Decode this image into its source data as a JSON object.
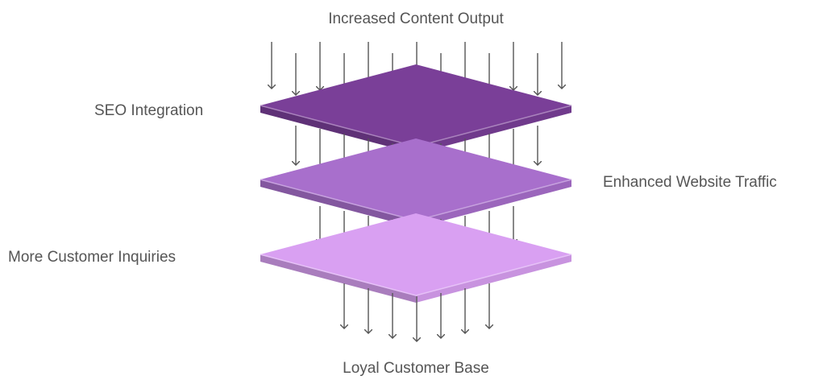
{
  "labels": {
    "top": "Increased Content Output",
    "layer1": "SEO Integration",
    "layer2": "Enhanced Website Traffic",
    "layer3": "More Customer Inquiries",
    "bottom": "Loyal Customer Base"
  },
  "colors": {
    "layer1": "#7a3f98",
    "layer2": "#a86fcc",
    "layer3": "#d9a0f2",
    "arrow": "#555555",
    "text": "#555555"
  }
}
